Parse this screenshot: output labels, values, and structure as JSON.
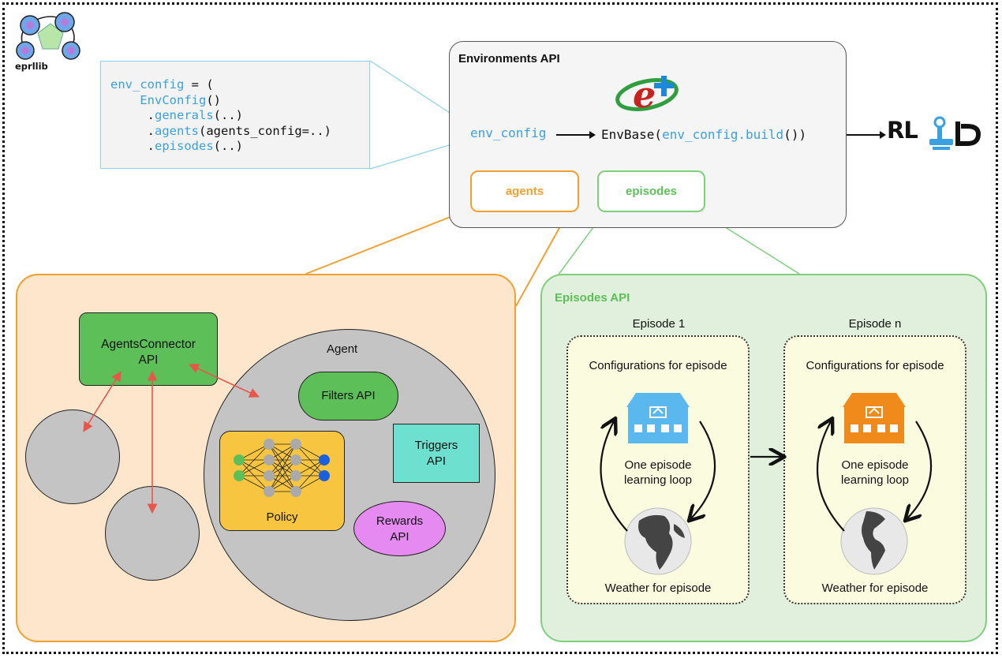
{
  "logo": {
    "eprllib_label": "eprllib",
    "rllib_text": "RL"
  },
  "code": {
    "line1_var": "env_config",
    "line1_op": " = (",
    "line2": "EnvConfig",
    "line2_paren": "()",
    "line3_dot": ".",
    "line3": "generals",
    "line3_args": "(..)",
    "line4_dot": ".",
    "line4": "agents",
    "line4_args": "(agents_config=..)",
    "line5_dot": ".",
    "line5": "episodes",
    "line5_args": "(..)"
  },
  "environments": {
    "title": "Environments API",
    "env_config": "env_config",
    "envbase_prefix": "EnvBase(",
    "envbase_call": "env_config.build",
    "envbase_suffix": "())",
    "agents_label": "agents",
    "episodes_label": "episodes"
  },
  "agents_panel": {
    "connector_line1": "AgentsConnector",
    "connector_line2": "API",
    "agent_label": "Agent",
    "filters": "Filters API",
    "triggers_line1": "Triggers",
    "triggers_line2": "API",
    "policy": "Policy",
    "rewards_line1": "Rewards",
    "rewards_line2": "API"
  },
  "episodes_panel": {
    "title": "Episodes API",
    "episodes": [
      {
        "title": "Episode 1",
        "config": "Configurations for episode",
        "loop_line1": "One episode",
        "loop_line2": "learning loop",
        "weather": "Weather for episode",
        "house_color": "#5bb8ef"
      },
      {
        "title": "Episode n",
        "config": "Configurations for episode",
        "loop_line1": "One episode",
        "loop_line2": "learning loop",
        "weather": "Weather for episode",
        "house_color": "#f08a1a"
      }
    ]
  },
  "colors": {
    "orange": "#f0a030",
    "green": "#5cbf58",
    "code_blue": "#3aa0e0",
    "arrow_red": "#e8564a"
  }
}
